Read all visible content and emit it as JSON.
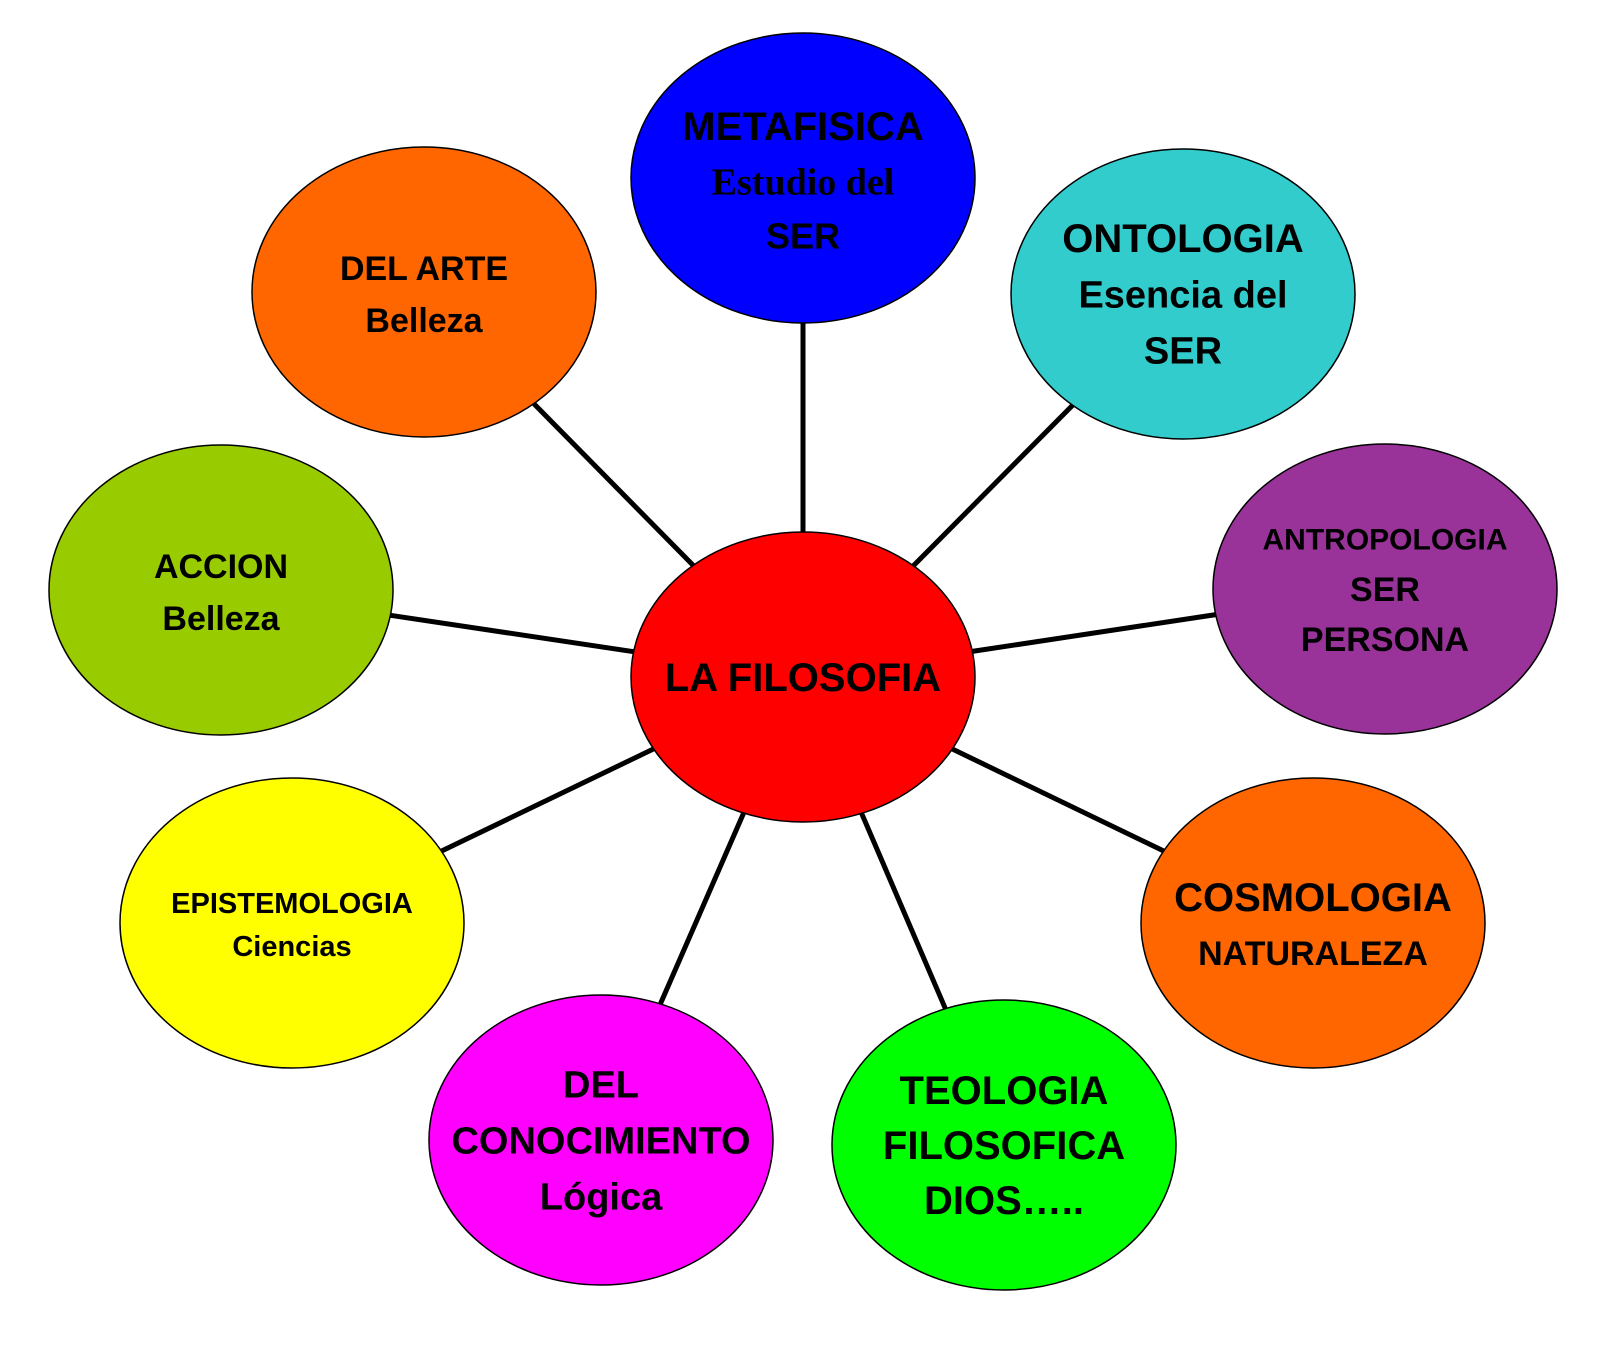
{
  "center": {
    "lines": [
      "LA FILOSOFIA"
    ],
    "color": "#ff0000"
  },
  "branches": [
    {
      "id": "metafisica",
      "lines": [
        "METAFISICA",
        "Estudio del",
        "SER"
      ],
      "color": "#0000ff"
    },
    {
      "id": "ontologia",
      "lines": [
        "ONTOLOGIA",
        "Esencia del",
        "SER"
      ],
      "color": "#33cccc"
    },
    {
      "id": "antropologia",
      "lines": [
        "ANTROPOLOGIA",
        "SER",
        "PERSONA"
      ],
      "color": "#993399"
    },
    {
      "id": "cosmologia",
      "lines": [
        "COSMOLOGIA",
        "NATURALEZA"
      ],
      "color": "#ff6600"
    },
    {
      "id": "teologia",
      "lines": [
        "TEOLOGIA",
        "FILOSOFICA",
        "DIOS….."
      ],
      "color": "#00ff00"
    },
    {
      "id": "del-conocimiento",
      "lines": [
        "DEL",
        "CONOCIMIENTO",
        "Lógica"
      ],
      "color": "#ff00ff"
    },
    {
      "id": "epistemologia",
      "lines": [
        "EPISTEMOLOGIA",
        "Ciencias"
      ],
      "color": "#ffff00"
    },
    {
      "id": "accion",
      "lines": [
        "ACCION",
        "Belleza"
      ],
      "color": "#99cc00"
    },
    {
      "id": "del-arte",
      "lines": [
        "DEL ARTE",
        "Belleza"
      ],
      "color": "#ff6600"
    }
  ]
}
